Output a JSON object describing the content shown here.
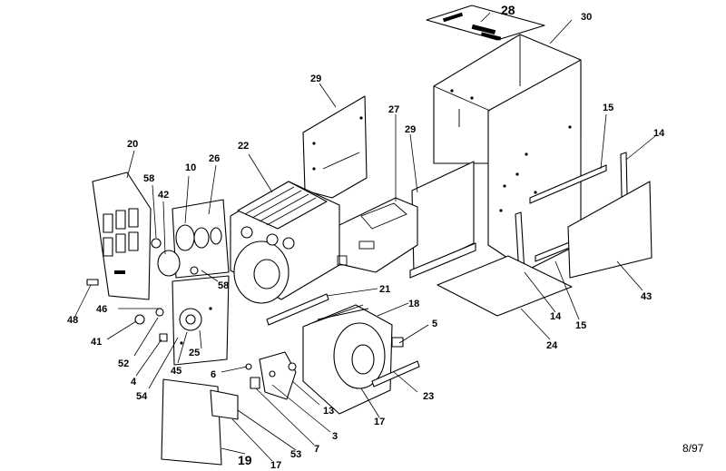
{
  "diagram": {
    "date_code": "8/97",
    "callouts": [
      {
        "id": "c28",
        "label": "28"
      },
      {
        "id": "c30",
        "label": "30"
      },
      {
        "id": "c29a",
        "label": "29"
      },
      {
        "id": "c27",
        "label": "27"
      },
      {
        "id": "c29b",
        "label": "29"
      },
      {
        "id": "c15a",
        "label": "15"
      },
      {
        "id": "c14a",
        "label": "14"
      },
      {
        "id": "c20",
        "label": "20"
      },
      {
        "id": "c22",
        "label": "22"
      },
      {
        "id": "c58a",
        "label": "58"
      },
      {
        "id": "c10",
        "label": "10"
      },
      {
        "id": "c26",
        "label": "26"
      },
      {
        "id": "c42",
        "label": "42"
      },
      {
        "id": "c58b",
        "label": "58"
      },
      {
        "id": "c21",
        "label": "21"
      },
      {
        "id": "c18",
        "label": "18"
      },
      {
        "id": "c46",
        "label": "46"
      },
      {
        "id": "c48",
        "label": "48"
      },
      {
        "id": "c41",
        "label": "41"
      },
      {
        "id": "c52",
        "label": "52"
      },
      {
        "id": "c4",
        "label": "4"
      },
      {
        "id": "c54",
        "label": "54"
      },
      {
        "id": "c45",
        "label": "45"
      },
      {
        "id": "c25",
        "label": "25"
      },
      {
        "id": "c6",
        "label": "6"
      },
      {
        "id": "c5",
        "label": "5"
      },
      {
        "id": "c13",
        "label": "13"
      },
      {
        "id": "c23",
        "label": "23"
      },
      {
        "id": "c3",
        "label": "3"
      },
      {
        "id": "c7",
        "label": "7"
      },
      {
        "id": "c53",
        "label": "53"
      },
      {
        "id": "c17a",
        "label": "17"
      },
      {
        "id": "c19",
        "label": "19"
      },
      {
        "id": "c17b",
        "label": "17"
      },
      {
        "id": "c14b",
        "label": "14"
      },
      {
        "id": "c15b",
        "label": "15"
      },
      {
        "id": "c24",
        "label": "24"
      },
      {
        "id": "c43",
        "label": "43"
      }
    ]
  }
}
